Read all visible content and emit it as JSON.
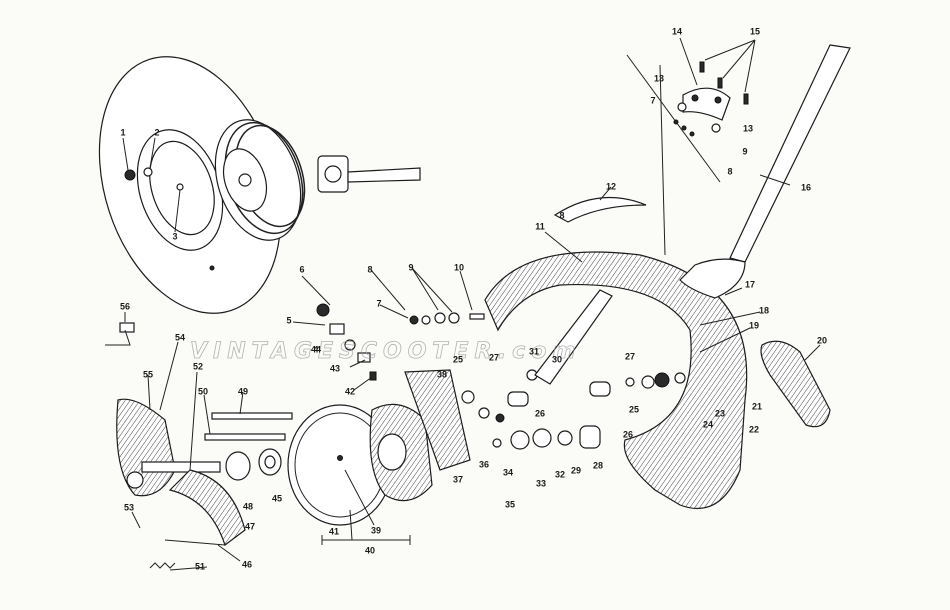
{
  "watermark": "VINTAGESCOOTER.com",
  "callouts": [
    {
      "label": "1"
    },
    {
      "label": "2"
    },
    {
      "label": "3"
    },
    {
      "label": "4"
    },
    {
      "label": "5"
    },
    {
      "label": "6"
    },
    {
      "label": "7"
    },
    {
      "label": "7"
    },
    {
      "label": "8"
    },
    {
      "label": "8"
    },
    {
      "label": "8"
    },
    {
      "label": "9"
    },
    {
      "label": "9"
    },
    {
      "label": "10"
    },
    {
      "label": "11"
    },
    {
      "label": "12"
    },
    {
      "label": "13"
    },
    {
      "label": "13"
    },
    {
      "label": "14"
    },
    {
      "label": "15"
    },
    {
      "label": "16"
    },
    {
      "label": "17"
    },
    {
      "label": "18"
    },
    {
      "label": "19"
    },
    {
      "label": "20"
    },
    {
      "label": "21"
    },
    {
      "label": "22"
    },
    {
      "label": "23"
    },
    {
      "label": "24"
    },
    {
      "label": "25"
    },
    {
      "label": "25"
    },
    {
      "label": "26"
    },
    {
      "label": "26"
    },
    {
      "label": "27"
    },
    {
      "label": "27"
    },
    {
      "label": "28"
    },
    {
      "label": "29"
    },
    {
      "label": "30"
    },
    {
      "label": "31"
    },
    {
      "label": "32"
    },
    {
      "label": "33"
    },
    {
      "label": "34"
    },
    {
      "label": "35"
    },
    {
      "label": "36"
    },
    {
      "label": "37"
    },
    {
      "label": "38"
    },
    {
      "label": "39"
    },
    {
      "label": "40"
    },
    {
      "label": "41"
    },
    {
      "label": "42"
    },
    {
      "label": "43"
    },
    {
      "label": "44"
    },
    {
      "label": "45"
    },
    {
      "label": "46"
    },
    {
      "label": "47"
    },
    {
      "label": "48"
    },
    {
      "label": "49"
    },
    {
      "label": "50"
    },
    {
      "label": "51"
    },
    {
      "label": "52"
    },
    {
      "label": "53"
    },
    {
      "label": "54"
    },
    {
      "label": "55"
    },
    {
      "label": "56"
    }
  ]
}
